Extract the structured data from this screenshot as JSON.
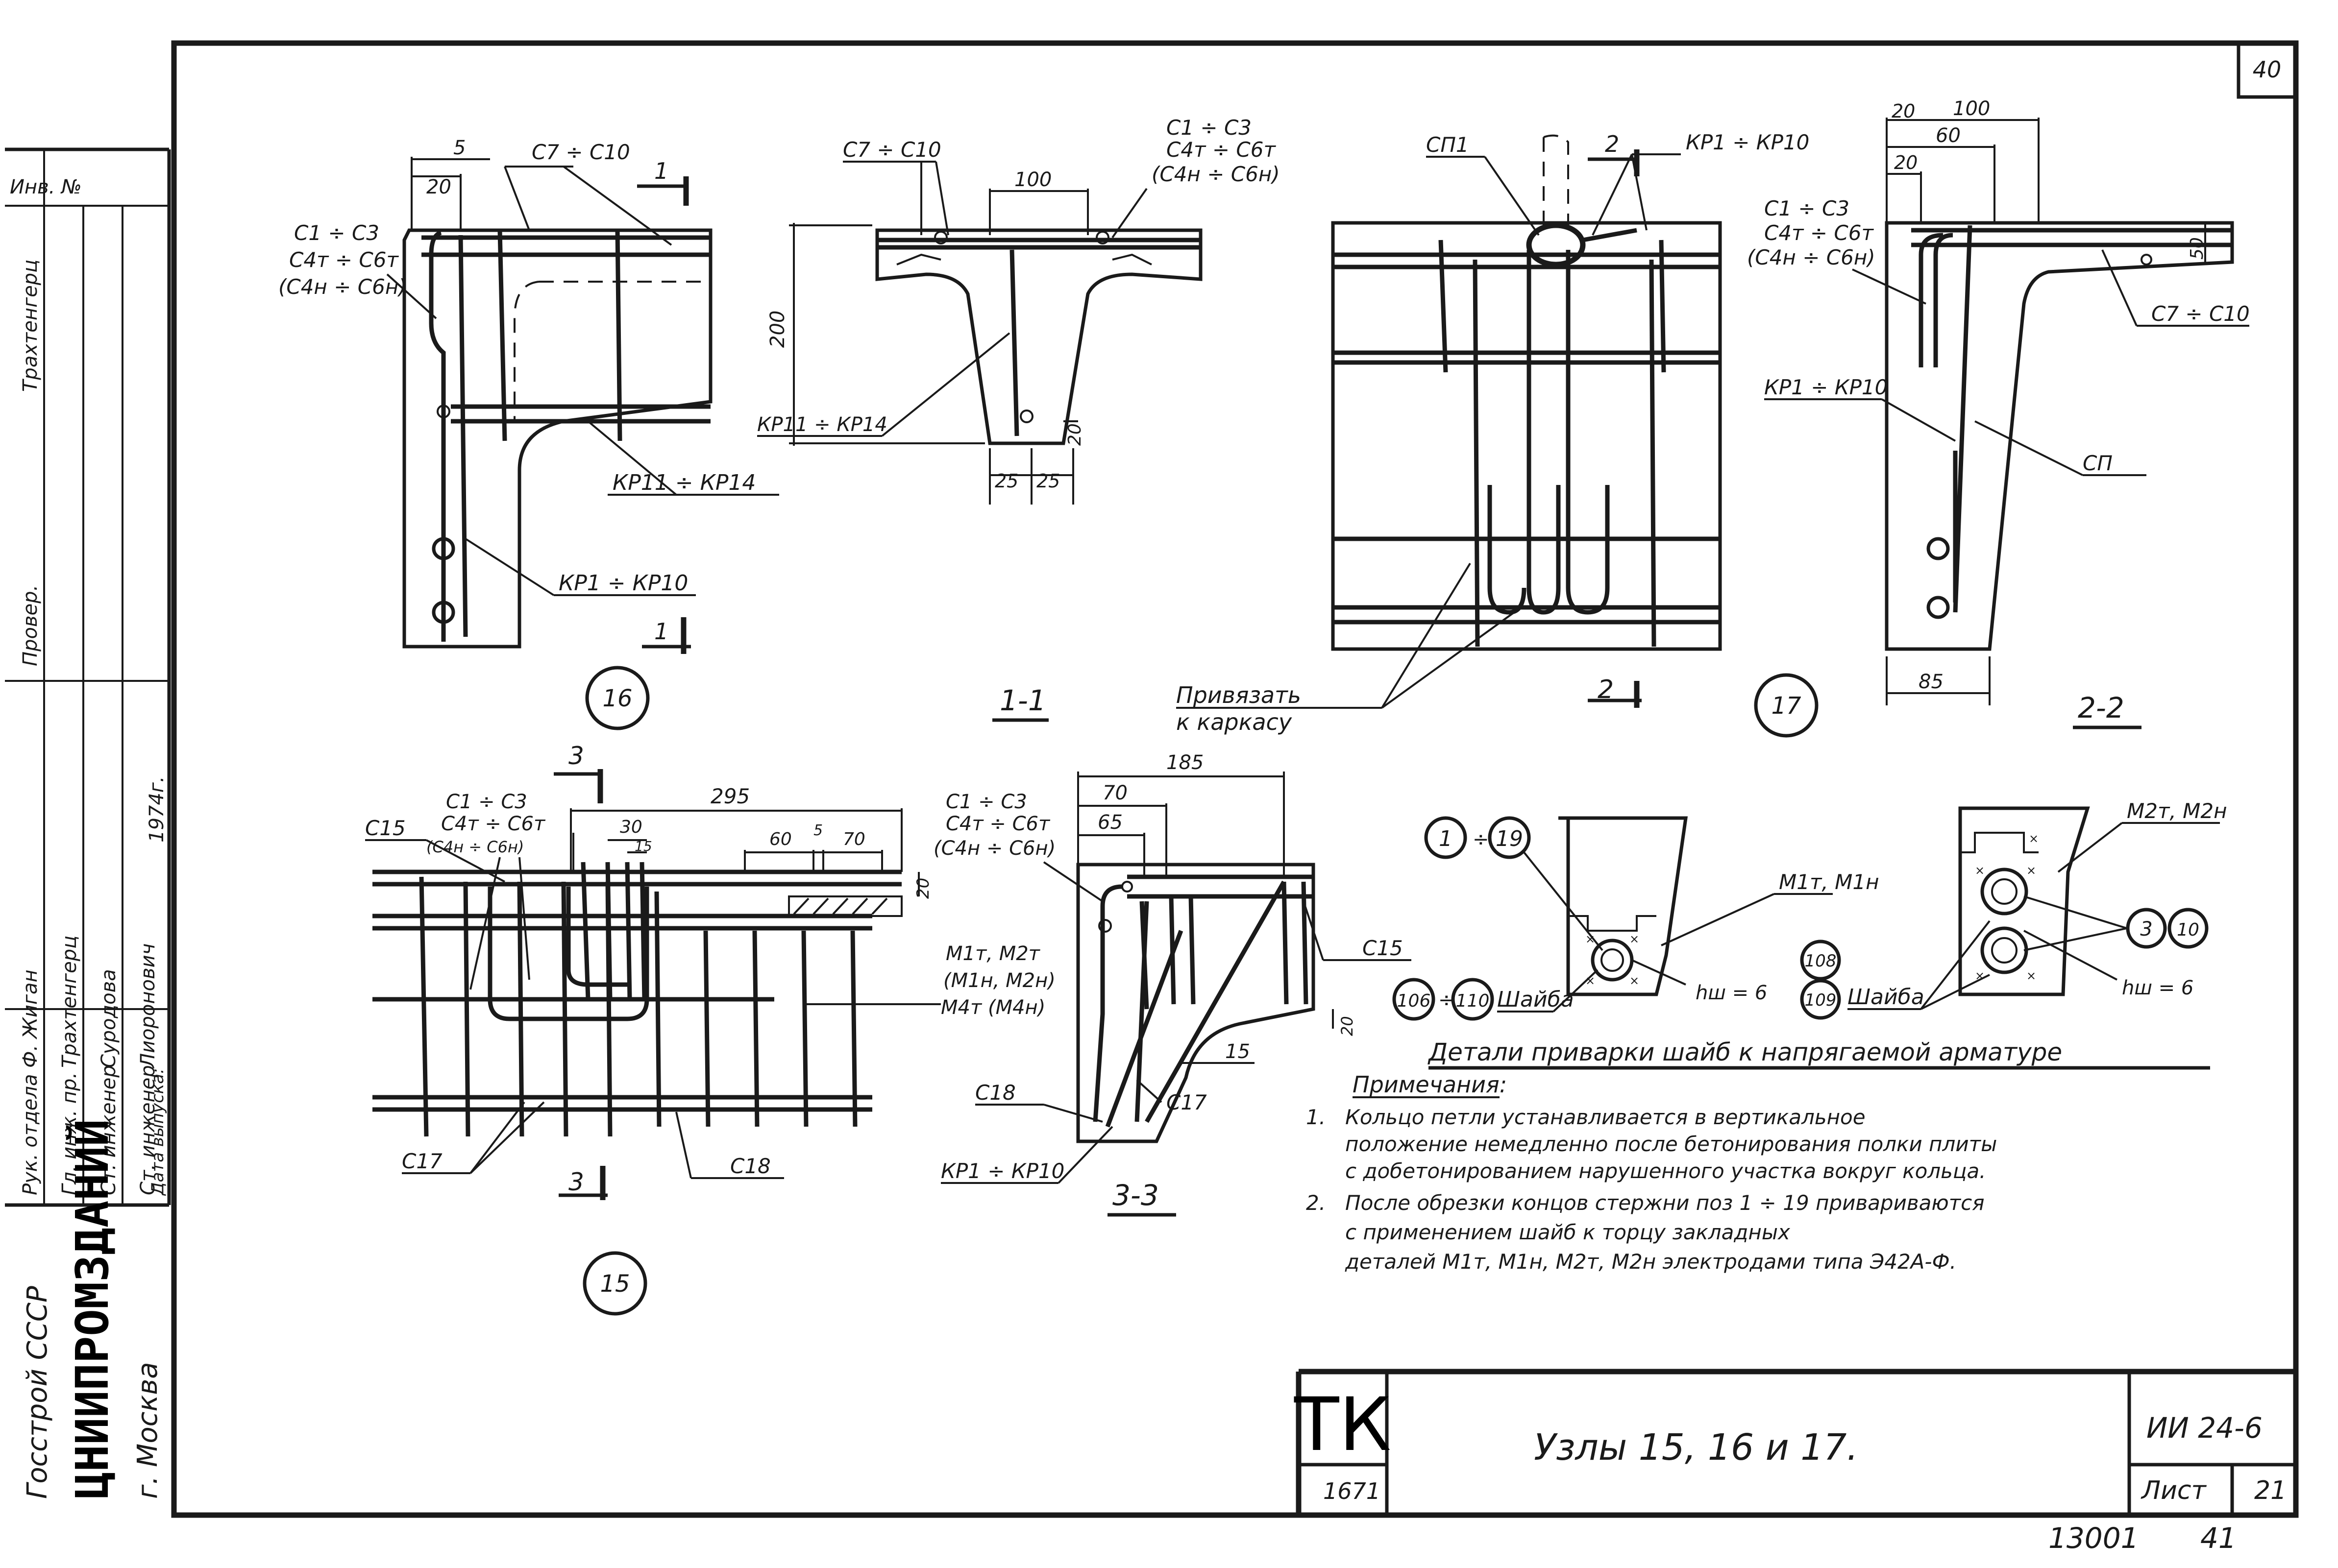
{
  "sheet": {
    "page_number": "40",
    "bottom_numbers": [
      "13001",
      "41"
    ]
  },
  "side_panel": {
    "inv_label": "Инв. №",
    "approvals": [
      {
        "role": "Рук. отдела",
        "name": "Ф. Жиган"
      },
      {
        "role": "Гл. инж. пр.",
        "name": "Трахтенгерц"
      },
      {
        "role": "Ст. инженер",
        "name": "Суродова"
      },
      {
        "role": "Ст. инженер",
        "name": "Лиоронович"
      },
      {
        "role": "Дата выпуска:",
        "name": ""
      }
    ],
    "year": "1974г.",
    "checked_label": "Провер.",
    "vertical_names": [
      "Трахтенгерц"
    ],
    "org1": "Госстрой СССР",
    "org2": "ЦНИИПРОМЗДАНИЙ",
    "org3": "г. Москва"
  },
  "title_block": {
    "code": "ТК",
    "code_sub": "1671",
    "title": "Узлы 15, 16 и 17.",
    "series": "ИИ 24-6",
    "sheet_label": "Лист",
    "sheet_number": "21"
  },
  "node16": {
    "dims": [
      "5",
      "20"
    ],
    "labels": [
      "С7 ÷ С10",
      "С1 ÷ С3",
      "С4т ÷ С6т",
      "(С4н ÷ С6н)",
      "КР11 ÷ КР14",
      "КР1 ÷ КР10"
    ],
    "section_mark": "1",
    "circle": "16"
  },
  "section11": {
    "labels": [
      "С7 ÷ С10",
      "С1 ÷ С3",
      "С4т ÷ С6т",
      "(С4н ÷ С6н)",
      "КР11 ÷ КР14"
    ],
    "dims": [
      "100",
      "200",
      "20",
      "25",
      "25"
    ],
    "title": "1-1"
  },
  "node17": {
    "labels": [
      "СП1",
      "КР1 ÷ КР10",
      "Привязать",
      "к каркасу"
    ],
    "section_mark": "2",
    "circle": "17"
  },
  "section22": {
    "dims": [
      "20",
      "100",
      "60",
      "20",
      "50",
      "85"
    ],
    "labels": [
      "С1 ÷ С3",
      "С4т ÷ С6т",
      "(С4н ÷ С6н)",
      "С7 ÷ С10",
      "КР1 ÷ КР10",
      "СП"
    ],
    "title": "2-2"
  },
  "node15": {
    "dims": [
      "295",
      "30",
      "15",
      "60",
      "5",
      "70",
      "20"
    ],
    "labels": [
      "С15",
      "С1 ÷ С3",
      "С4т ÷ С6т",
      "(С4н ÷ С6н)",
      "С17",
      "С18",
      "М1т, М2т",
      "(М1н, М2н)",
      "М4т (М4н)"
    ],
    "section_mark": "3",
    "circle": "15"
  },
  "section33": {
    "dims": [
      "185",
      "70",
      "65",
      "20"
    ],
    "labels": [
      "С1 ÷ С3",
      "С4т ÷ С6т",
      "(С4н ÷ С6н)",
      "С15",
      "15",
      "С18",
      "С17",
      "КР1 ÷ КР10"
    ],
    "title": "3-3"
  },
  "washer_details": {
    "left": {
      "range_from": "1",
      "range_to": "19",
      "washer_from": "106",
      "washer_to": "110",
      "washer": "Шайба",
      "part": "М1т, М1н",
      "weld": "hш = 6"
    },
    "right": {
      "num1": "108",
      "num2": "109",
      "washer": "Шайба",
      "part": "М2т, М2н",
      "r1": "3",
      "r2": "10",
      "weld": "hш = 6"
    },
    "caption": "Детали приварки шайб к напрягаемой арматуре"
  },
  "notes": {
    "heading": "Примечания:",
    "items": [
      {
        "num": "1.",
        "lines": [
          "Кольцо петли устанавливается в вертикальное",
          "положение немедленно после бетонирования полки плиты",
          "с добетонированием нарушенного участка вокруг кольца."
        ]
      },
      {
        "num": "2.",
        "lines": [
          "После обрезки концов стержни поз 1 ÷ 19 привариваются",
          "с применением шайб к торцу закладных",
          "деталей М1т, М1н, М2т, М2н электродами типа Э42А-Ф."
        ]
      }
    ]
  }
}
